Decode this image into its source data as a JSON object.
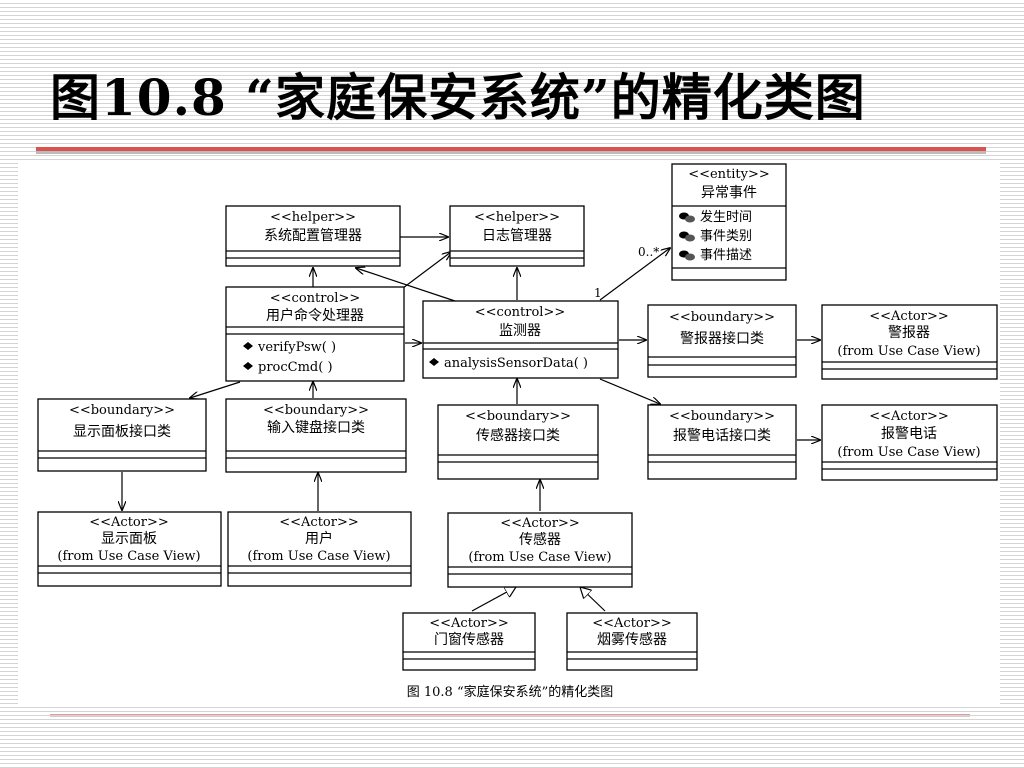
{
  "slide": {
    "title": "图10.8 “家庭保安系统”的精化类图"
  },
  "diagram": {
    "caption": "图 10.8 “家庭保安系统”的精化类图",
    "classes": {
      "sys_config": {
        "stereotype": "<<helper>>",
        "name": "系统配置管理器",
        "methods": []
      },
      "log_mgr": {
        "stereotype": "<<helper>>",
        "name": "日志管理器",
        "methods": []
      },
      "exception": {
        "stereotype": "<<entity>>",
        "name": "异常事件",
        "attributes": [
          "发生时间",
          "事件类别",
          "事件描述"
        ]
      },
      "user_cmd": {
        "stereotype": "<<control>>",
        "name": "用户命令处理器",
        "methods": [
          "verifyPsw( )",
          "procCmd( )"
        ]
      },
      "monitor": {
        "stereotype": "<<control>>",
        "name": "监测器",
        "methods": [
          "analysisSensorData( )"
        ]
      },
      "alarm_if": {
        "stereotype": "<<boundary>>",
        "name": "警报器接口类"
      },
      "alarm_actor": {
        "stereotype": "<<Actor>>",
        "name": "警报器",
        "sub": "(from Use Case View)"
      },
      "display_if": {
        "stereotype": "<<boundary>>",
        "name": "显示面板接口类"
      },
      "keyboard_if": {
        "stereotype": "<<boundary>>",
        "name": "输入键盘接口类"
      },
      "sensor_if": {
        "stereotype": "<<boundary>>",
        "name": "传感器接口类"
      },
      "phone_if": {
        "stereotype": "<<boundary>>",
        "name": "报警电话接口类"
      },
      "phone_actor": {
        "stereotype": "<<Actor>>",
        "name": "报警电话",
        "sub": "(from Use Case View)"
      },
      "display_actor": {
        "stereotype": "<<Actor>>",
        "name": "显示面板",
        "sub": "(from Use Case View)"
      },
      "user_actor": {
        "stereotype": "<<Actor>>",
        "name": "用户",
        "sub": "(from Use Case View)"
      },
      "sensor_actor": {
        "stereotype": "<<Actor>>",
        "name": "传感器",
        "sub": "(from Use Case View)"
      },
      "door_sensor": {
        "stereotype": "<<Actor>>",
        "name": "门窗传感器"
      },
      "smoke_sensor": {
        "stereotype": "<<Actor>>",
        "name": "烟雾传感器"
      }
    },
    "multiplicity": {
      "one": "1",
      "many": "0..*"
    }
  }
}
